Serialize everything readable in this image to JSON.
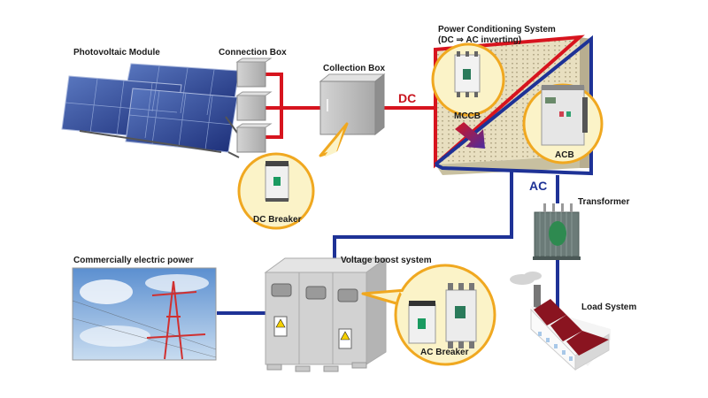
{
  "title": "Photovoltaic power generation system overview",
  "labels": {
    "photovoltaic_module": "Photovoltaic Module",
    "connection_box": "Connection Box",
    "collection_box": "Collection Box",
    "pcs_line1": "Power Conditioning System",
    "pcs_line2": "(DC ⇒ AC inverting)",
    "mccb": "MCCB",
    "acb": "ACB",
    "dc_breaker": "DC Breaker",
    "dc": "DC",
    "ac": "AC",
    "transformer": "Transformer",
    "commercial_power": "Commercially electric power",
    "voltage_boost": "Voltage boost system",
    "ac_breaker": "AC Breaker",
    "load_system": "Load System"
  },
  "colors": {
    "dc_wire": "#d7141e",
    "ac_wire": "#1e3296",
    "callout": "#f0a820",
    "callout_fill": "#fbf3c8",
    "dc_text": "#c8141e",
    "ac_text": "#1e3296"
  }
}
